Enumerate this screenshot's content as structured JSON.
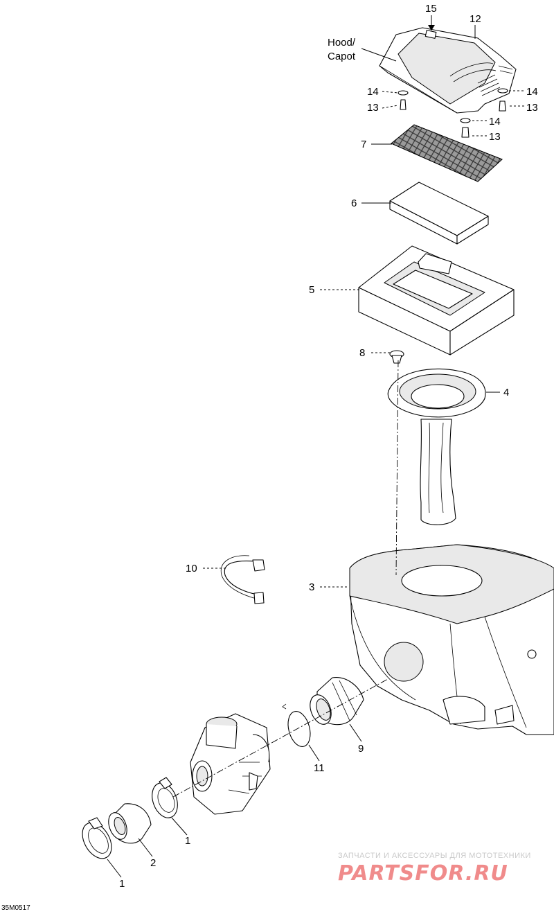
{
  "diagram_code": "35M0517",
  "callouts": {
    "hood": "Hood/",
    "capot": "Capot",
    "c15": "15",
    "c12": "12",
    "c14a": "14",
    "c13a": "13",
    "c14b": "14",
    "c13b": "13",
    "c14c": "14",
    "c13c": "13",
    "c7": "7",
    "c6": "6",
    "c5": "5",
    "c8": "8",
    "c4": "4",
    "c10": "10",
    "c3": "3",
    "c9": "9",
    "c11": "11",
    "c1a": "1",
    "c2": "2",
    "c1b": "1"
  },
  "watermark": {
    "line1": "ЗАПЧАСТИ И АКСЕССУАРЫ ДЛЯ МОТОТЕХНИКИ",
    "line2": "PARTSFOR.RU"
  }
}
